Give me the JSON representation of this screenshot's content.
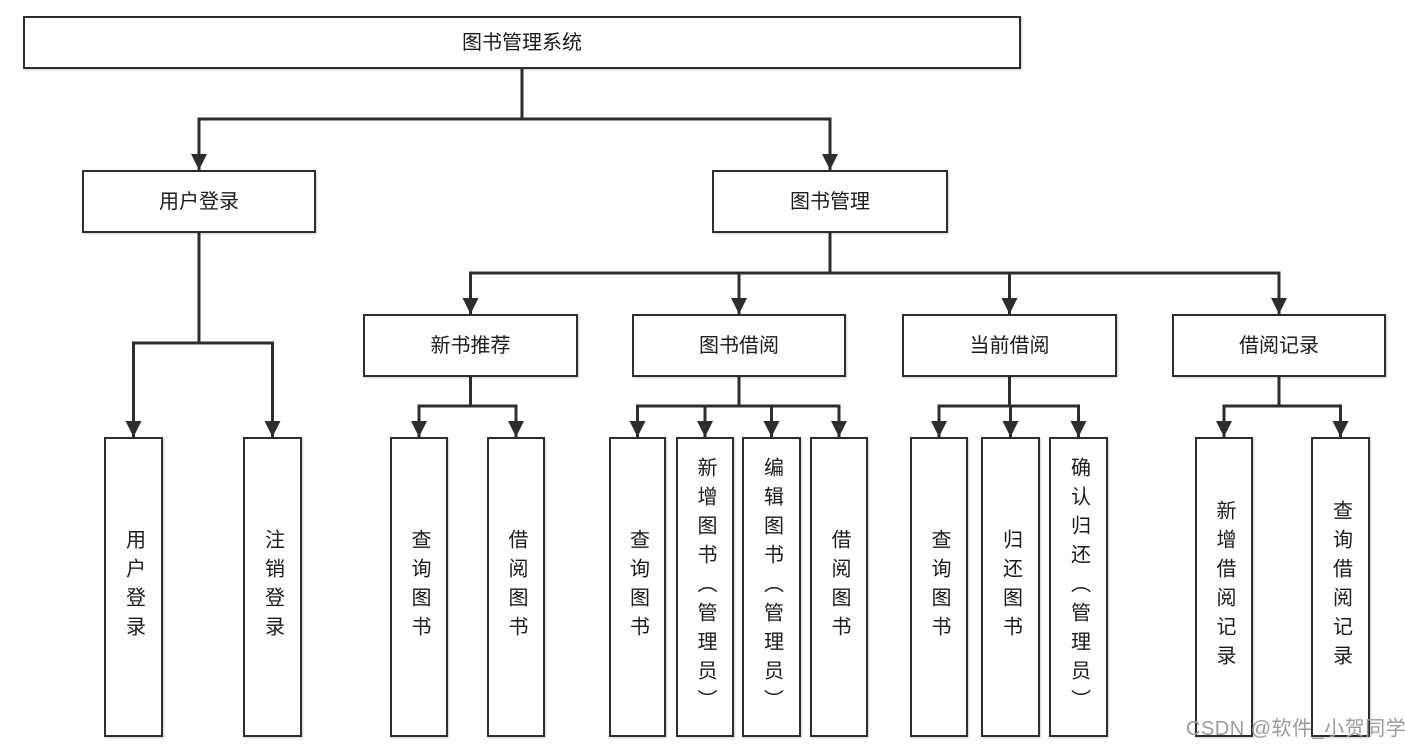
{
  "diagram": {
    "type": "hierarchy-tree",
    "colors": {
      "line": "#2d2d2d",
      "box_border": "#2d2d2d",
      "text": "#1b1b1b",
      "watermark": "#9b9b9b",
      "background": "#ffffff"
    }
  },
  "tree": {
    "label": "图书管理系统",
    "children": [
      {
        "label": "用户登录",
        "children": [
          {
            "label": "用户登录"
          },
          {
            "label": "注销登录"
          }
        ]
      },
      {
        "label": "图书管理",
        "children": [
          {
            "label": "新书推荐",
            "children": [
              {
                "label": "查询图书"
              },
              {
                "label": "借阅图书"
              }
            ]
          },
          {
            "label": "图书借阅",
            "children": [
              {
                "label": "查询图书"
              },
              {
                "label": "新增图书（管理员）"
              },
              {
                "label": "编辑图书（管理员）"
              },
              {
                "label": "借阅图书"
              }
            ]
          },
          {
            "label": "当前借阅",
            "children": [
              {
                "label": "查询图书"
              },
              {
                "label": "归还图书"
              },
              {
                "label": "确认归还（管理员）"
              }
            ]
          },
          {
            "label": "借阅记录",
            "children": [
              {
                "label": "新增借阅记录"
              },
              {
                "label": "查询借阅记录"
              }
            ]
          }
        ]
      }
    ]
  },
  "watermark": {
    "text": "CSDN @软件_小贺同学"
  }
}
